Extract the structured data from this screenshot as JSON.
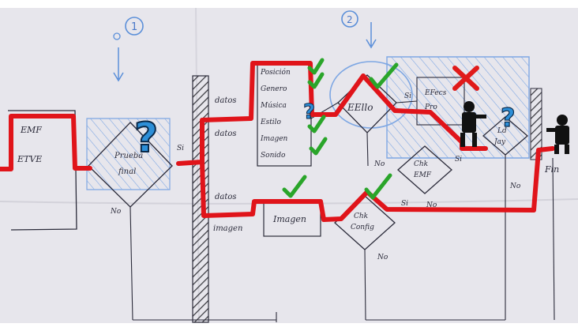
{
  "diagram": {
    "colors": {
      "paper": "#e7e6ec",
      "ink": "#2b2b3a",
      "pencil_blue": "#5b8fd9",
      "red_path": "#e0141a",
      "check_green": "#2aa52a",
      "question_blue": "#2d8fd8",
      "cross_red": "#e01a1a",
      "hatch": "#3a3a40"
    },
    "stage_markers": {
      "stage_1": "1",
      "stage_2": "2"
    },
    "left_box": {
      "line_1": "EMF",
      "line_2": "ETVE"
    },
    "decision_1": {
      "line_1": "Prueba",
      "line_2": "final",
      "yes": "Si",
      "no": "No"
    },
    "branch_labels": {
      "top_1": "datos",
      "top_2": "datos",
      "bottom_1": "datos",
      "bottom_2": "imagen"
    },
    "feature_list": [
      "Posición",
      "Genero",
      "Música",
      "Estilo",
      "Imagen",
      "Sonido"
    ],
    "image_box": {
      "label": "Imagen"
    },
    "elli_node": {
      "label": "EEllo",
      "yes": "Si",
      "no": "No"
    },
    "emf_check": {
      "line_1": "Chk",
      "line_2": "EMF",
      "yes": "Si",
      "no": "No"
    },
    "ok_check": {
      "line_1": "Chk",
      "line_2": "Config",
      "yes": "Si",
      "no": "No"
    },
    "error_box": {
      "line_1": "EFecs",
      "line_2": "Pro"
    },
    "final_check": {
      "line_1": "Ld",
      "line_2": "Jay",
      "no": "No"
    },
    "fin_label": "Fin",
    "icons": [
      "question-mark-icon",
      "checkmark-icon",
      "red-x-icon",
      "silhouette-icon"
    ]
  }
}
